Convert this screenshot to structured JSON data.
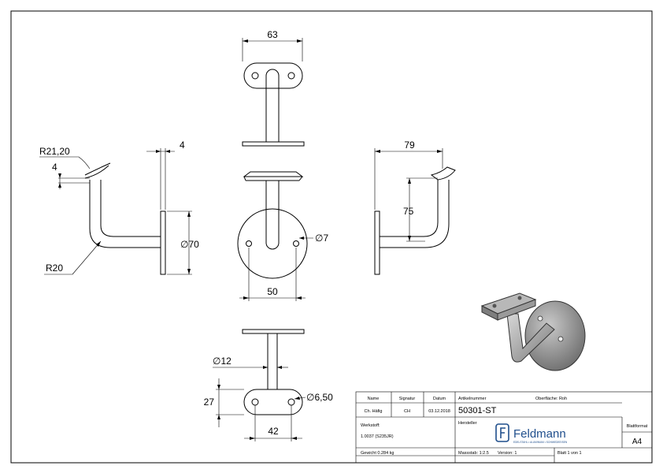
{
  "dimensions": {
    "top_width": "63",
    "wall_thickness": "4",
    "radius_top": "R21,20",
    "radius_small": "4",
    "radius_bend": "R20",
    "plate_diameter": "∅70",
    "hole_diameter": "∅7",
    "hole_spacing": "50",
    "projection": "79",
    "height": "75",
    "rod_diameter": "∅12",
    "saddle_hole": "∅6,50",
    "saddle_width": "27",
    "saddle_hole_spacing": "42"
  },
  "title_block": {
    "col_name": "Name",
    "col_signature": "Signatur",
    "col_date": "Datum",
    "name_value": "Ch. Häfig",
    "signature_value": "CH",
    "date_value": "03.12.2018",
    "material_label": "Werkstoff:",
    "material_value": "1.0037 (S235JR)",
    "weight": "Gewicht 0.284 kg",
    "article_label": "Artikelnummer",
    "article_number": "50301-ST",
    "surface": "Oberfläche: Roh",
    "manufacturer_label": "Hersteller",
    "brand_name": "Feldmann",
    "brand_tagline": "EDELSTAHL • ALUMINIUM • SCHMIEDEEISEN",
    "scale": "Massstab: 1:2.5",
    "version": "Version: 1",
    "sheet": "Blatt 1 von 1",
    "format_label": "Blattformat",
    "format_value": "A4"
  }
}
